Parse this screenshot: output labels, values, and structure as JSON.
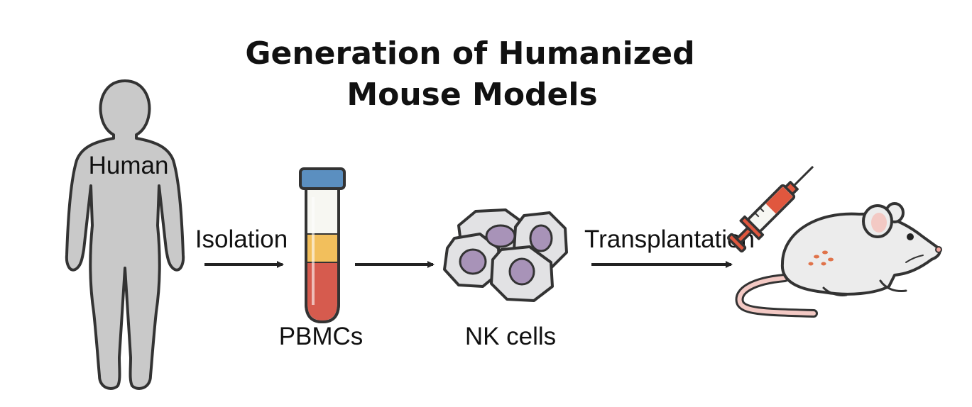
{
  "title": {
    "line1": "Generation of Humanized",
    "line2": "Mouse Models"
  },
  "labels": {
    "human": "Human",
    "isolation": "Isolation",
    "pbmcs": "PBMCs",
    "nk_cells": "NK cells",
    "transplantation": "Transplantation"
  },
  "colors": {
    "outline": "#333333",
    "human_fill": "#c9c9c9",
    "tube_cap": "#5b8fc0",
    "plasma": "#f7f7f2",
    "buffy_coat": "#f2bf5c",
    "blood": "#d65b4e",
    "cell_body": "#e2e2e4",
    "nucleus": "#a893b8",
    "mouse_body": "#ececec",
    "mouse_pink": "#f3c9c4",
    "syringe_red": "#e0573e"
  },
  "icons": [
    "human-silhouette-icon",
    "blood-tube-icon",
    "nk-cells-icon",
    "mouse-icon",
    "syringe-icon"
  ]
}
